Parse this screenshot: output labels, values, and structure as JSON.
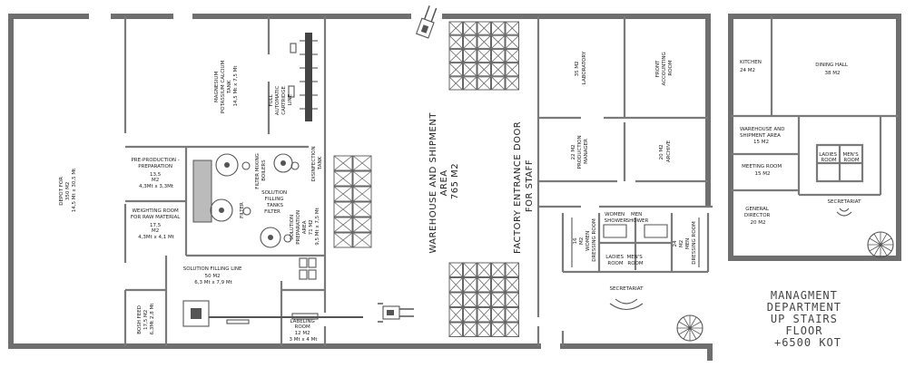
{
  "plan": {
    "depot": [
      "DEPOT FOR",
      "350 M2",
      "14,5 Mt x 30,5 Mt"
    ],
    "magnesium": [
      "MAGNESIUM",
      "POTASSIUM CALCIUM",
      "TANK",
      "14,5 Mt x 7,5 Mt"
    ],
    "cartridge": [
      "FULL",
      "AUTOMATIC",
      "CARTRIDGE",
      "LINE"
    ],
    "pre_production": [
      "PRE-PRODUCTION -",
      "PREPARATION",
      "13,5",
      "M2",
      "4,3Mt x 3,3Mt"
    ],
    "weighting": [
      "WEIGHTING ROOM",
      "FOR RAW MATERIAL",
      "17,5",
      "M2",
      "4,3Mt x 4,1 Mt"
    ],
    "filter_mixing": [
      "FILTER MIXING",
      "BOILERS"
    ],
    "filter": "FILTER",
    "solution_tanks": [
      "SOLUTION",
      "FILLING",
      "TANKS"
    ],
    "disinfection": [
      "DISINFECTION",
      "TANK"
    ],
    "solution_prep": [
      "SOLUTION",
      "PREPARATION",
      "AREA",
      "71 M2",
      "9,5 Mt x 7,5 Mt"
    ],
    "solution_line": [
      "SOLUTION FILLING LINE",
      "50 M2",
      "6,3 Mt x 7,9 Mt"
    ],
    "labeling": [
      "LABELING",
      "ROOM",
      "12 M2",
      "3 Mt x 4 Mt"
    ],
    "bosh_feed": [
      "BOSH FEED",
      "17,5 M2",
      "6,3Mt 2,8 Mt"
    ],
    "warehouse": [
      "WAREHOUSE AND SHIPMENT",
      "AREA",
      "765 M2"
    ],
    "entrance": [
      "FACTORY ENTRANCE DOOR",
      "FOR STAFF"
    ],
    "laboratory": [
      "35 M2",
      "LABORATORY"
    ],
    "front_accounting": [
      "FRONT",
      "ACCOUNTING",
      "ROOM"
    ],
    "production_manager": [
      "22 M2",
      "PRODUCTION",
      "MANAGER"
    ],
    "archive": [
      "20 M2",
      "ARCHIVE"
    ],
    "women_shower": [
      "WOMEN",
      "SHOWER"
    ],
    "men_shower": [
      "MEN",
      "SHOWER"
    ],
    "women_dressing": [
      "16",
      "M2",
      "WOMEN",
      "DRESSING ROOM"
    ],
    "men_dressing": [
      "24",
      "M2",
      "MEN",
      "DRESSING ROOM"
    ],
    "ladies_room": [
      "LADIES",
      "ROOM"
    ],
    "mens_room": [
      "MEN'S",
      "ROOM"
    ],
    "secretariat": "SECRETARIAT",
    "kitchen": [
      "KITCHEN",
      "24 M2"
    ],
    "dining": [
      "DINING HALL",
      "38 M2"
    ],
    "upstairs_warehouse": [
      "WAREHOUSE AND",
      "SHIPMENT AREA",
      "15 M2"
    ],
    "meeting": [
      "MEETING ROOM",
      "15 M2"
    ],
    "general_director": [
      "GENERAL",
      "DIRECTOR",
      "20 M2"
    ],
    "upstairs_ladies": [
      "LADIES",
      "ROOM"
    ],
    "upstairs_mens": [
      "MEN'S",
      "ROOM"
    ],
    "management_note": [
      "MANAGMENT",
      "DEPARTMENT",
      "UP STAIRS",
      "FLOOR",
      "+6500 KOT"
    ]
  }
}
